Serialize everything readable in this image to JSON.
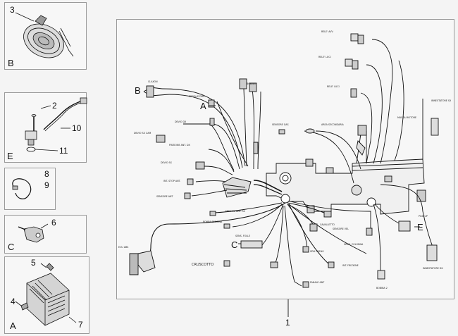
{
  "left_panels": {
    "p1": {
      "n3": "3",
      "b": "B"
    },
    "p2": {
      "n2": "2",
      "n10": "10",
      "n11": "11",
      "e": "E"
    },
    "p3": {
      "n8": "8",
      "n9": "9"
    },
    "p4": {
      "n6": "6",
      "c": "C"
    },
    "p5": {
      "n5": "5",
      "n4": "4",
      "n7": "7",
      "a": "A"
    }
  },
  "main": {
    "callout": "1",
    "letters": {
      "B": "B",
      "A": "A",
      "C": "C",
      "E": "E"
    },
    "small_labels": {
      "rele_avv": "RELE' AVV",
      "rele_lucc": "RELE' LUCI",
      "rele_luci": "RELE' LUCI",
      "claxon": "CLAXON",
      "regolatore": "REGOLATORE",
      "bobina": "BOBINA",
      "devio_dx": "DEVIO DX",
      "devio_sx_cam": "DEVIO SX CAM",
      "frizione": "FRIZIONE ANT. DX",
      "devio_sx": "DEVIO SX",
      "int_stop": "INT. STOP ANT.",
      "sensore_ant": "SENSORE ANT",
      "sensore_gas": "SENSORE GAS",
      "area_sec": "AREA SECONDARIA",
      "masse": "MASSA MOTORE",
      "innestatore": "INNESTATORE SX",
      "pick_up": "PICK UP",
      "freccia_ant": "FRECCIA ANT. SX",
      "pompa": "POMPA BENZINA",
      "sens_folle": "SENS. FOLLE",
      "cavalletto": "CAVALLETTO",
      "sensore_vel": "SENSORE VEL",
      "spia_freno": "SPIA FRENO",
      "sens_colonna": "SENS. COLONNA",
      "int_frizione": "INT. FRIZIONE",
      "cruscotto": "CRUSCOTTO",
      "fanale": "FANALE ANT",
      "bobina2": "BOBINA 2",
      "innestatore2": "INNESTATORE DX",
      "ecu": "ECU ABS"
    }
  }
}
